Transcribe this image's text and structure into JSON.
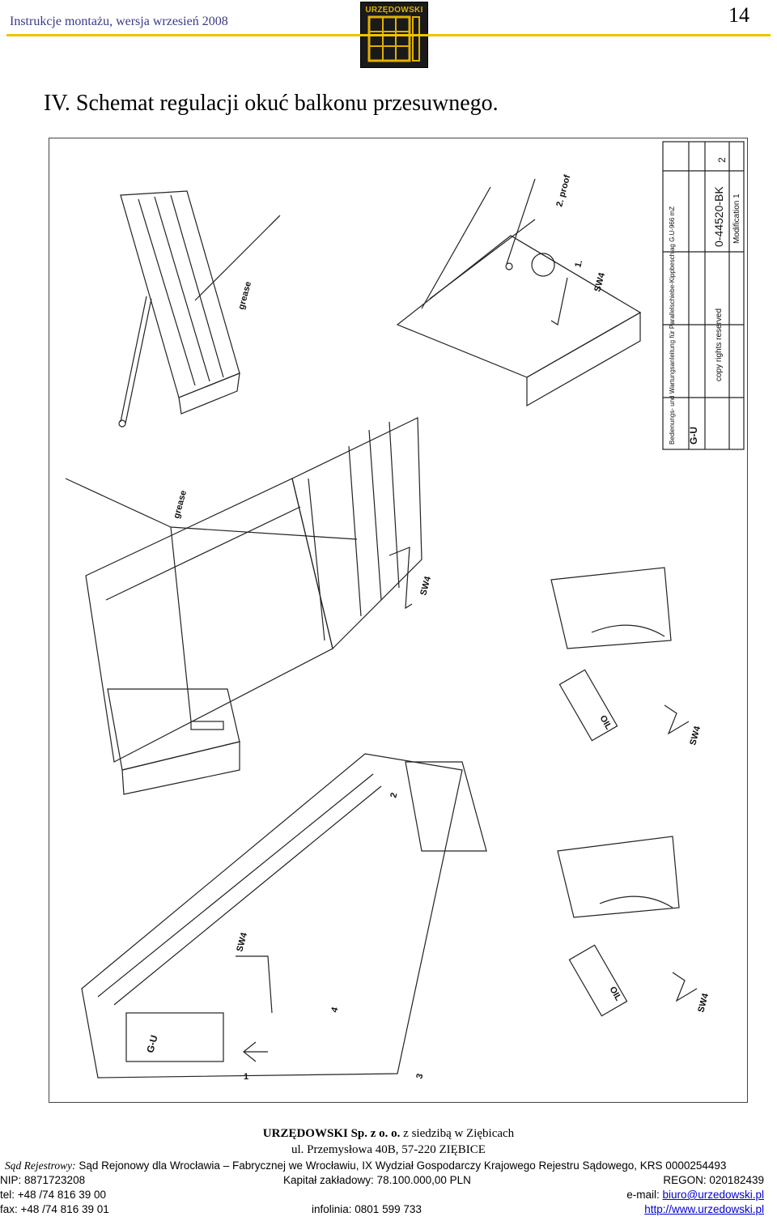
{
  "header": {
    "left_text": "Instrukcje montażu, wersja wrzesień 2008",
    "page_number": "14",
    "logo_text": "URZĘDOWSKI"
  },
  "title": "IV. Schemat regulacji okuć balkonu przesuwnego.",
  "drawing": {
    "labels": {
      "grease_1": "grease",
      "grease_2": "grease",
      "sw4_1": "SW4",
      "sw4_2": "SW4",
      "sw4_3": "SW4",
      "sw4_4": "SW4",
      "sw4_5": "SW4",
      "proof": "2. proof",
      "step1": "1.",
      "oil_1": "OIL",
      "oil_2": "OIL",
      "num_1": "1",
      "num_2": "2",
      "num_3": "3",
      "num_4": "4",
      "gu": "G-U",
      "drawing_no": "0-44520-BK",
      "modification": "Modification 1",
      "copy": "copy rights reserved",
      "description": "Bedienungs- und Wartungsanleitung für Parallelschiebe-Kippbeschlag G.U-966 mZ",
      "sheet": "2"
    }
  },
  "footer": {
    "company": "URZĘDOWSKI Sp. z o. o.",
    "company_suffix": " z siedzibą w Ziębicach",
    "address": "ul. Przemysłowa 40B, 57-220 ZIĘBICE",
    "registry_label": "Sąd Rejestrowy:",
    "registry": " Sąd Rejonowy dla Wrocławia – Fabrycznej we Wrocławiu, IX Wydział Gospodarczy Krajowego Rejestru Sądowego, KRS 0000254493",
    "nip": "NIP: 8871723208",
    "capital": "Kapitał zakładowy: 78.100.000,00 PLN",
    "regon": "REGON: 020182439",
    "tel": "tel: +48 /74 816 39 00",
    "email_label": "e-mail: ",
    "email": "biuro@urzedowski.pl",
    "fax": "fax: +48 /74 816 39 01",
    "infolinia": "infolinia: 0801 599 733",
    "url": "http://www.urzedowski.pl"
  }
}
